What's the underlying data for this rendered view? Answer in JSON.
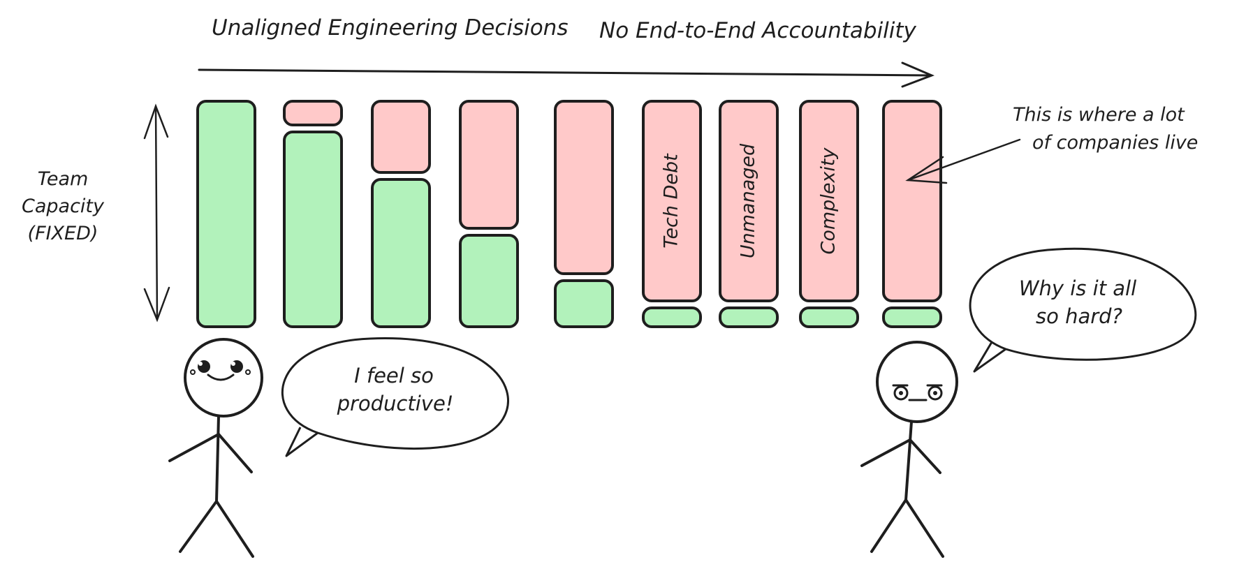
{
  "header": {
    "left_label": "Unaligned Engineering Decisions",
    "right_label": "No End-to-End Accountability"
  },
  "axis": {
    "label_lines": [
      "Team",
      "Capacity",
      "(FIXED)"
    ]
  },
  "colors": {
    "productive": "#b2f2bb",
    "overhead": "#ffc9c9",
    "stroke": "#1e1e1e"
  },
  "columns": [
    {
      "overhead": 0.0,
      "label": ""
    },
    {
      "overhead": 0.12,
      "label": ""
    },
    {
      "overhead": 0.33,
      "label": ""
    },
    {
      "overhead": 0.58,
      "label": ""
    },
    {
      "overhead": 0.78,
      "label": ""
    },
    {
      "overhead": 0.9,
      "label": "Tech Debt"
    },
    {
      "overhead": 0.9,
      "label": "Unmanaged"
    },
    {
      "overhead": 0.9,
      "label": "Complexity"
    },
    {
      "overhead": 0.9,
      "label": ""
    }
  ],
  "callout": {
    "lines": [
      "This is where a lot",
      "of companies live"
    ]
  },
  "happy_person": {
    "speech_lines": [
      "I feel so",
      "productive!"
    ]
  },
  "sad_person": {
    "speech_lines": [
      "Why is it all",
      "so hard?"
    ]
  }
}
